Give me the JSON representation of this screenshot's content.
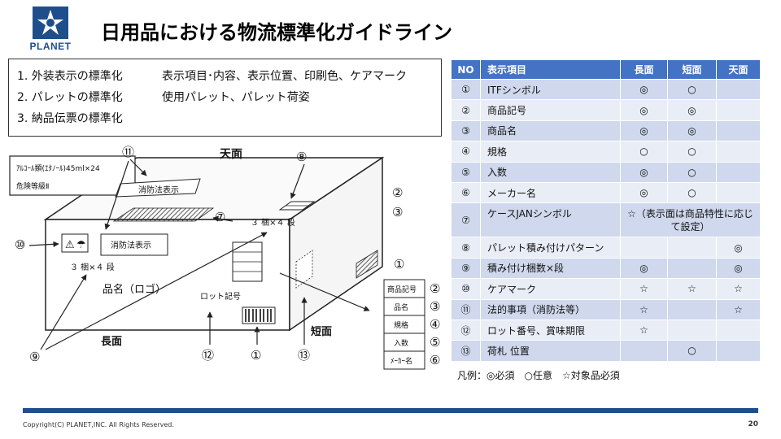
{
  "header": {
    "logo_text": "PLANET",
    "title": "日用品における物流標準化ガイドライン"
  },
  "intro": [
    {
      "item": "1. 外装表示の標準化",
      "desc": "表示項目･内容、表示位置、印刷色、ケアマーク"
    },
    {
      "item": "2. パレットの標準化",
      "desc": "使用パレット、パレット荷姿"
    },
    {
      "item": "3. 納品伝票の標準化",
      "desc": ""
    }
  ],
  "diagram": {
    "top_face": "天面",
    "long_face": "長面",
    "short_face": "短面",
    "label_card": "ｱﾙｺｰﾙ類(ｴﾀﾉｰﾙ)45ml×24",
    "danger_class": "危険等級Ⅱ",
    "fire_law_top": "消防法表示",
    "fire_law_front": "消防法表示",
    "stack_top": "３ 梱×４ 段",
    "stack_front": "３ 梱×４ 段",
    "product_name": "品名（ロゴ）",
    "lot_number": "ロット記号",
    "side_items": [
      "商品記号",
      "品名",
      "規格",
      "入数",
      "ﾒｰｶｰ名"
    ],
    "markers": {
      "m1": "①",
      "m2": "②",
      "m3": "③",
      "m4": "④",
      "m5": "⑤",
      "m6": "⑥",
      "m7": "⑦",
      "m8": "⑧",
      "m9": "⑨",
      "m10": "⑩",
      "m11": "⑪",
      "m12": "⑫",
      "m13": "⑬"
    }
  },
  "table": {
    "headers": [
      "NO",
      "表示項目",
      "長面",
      "短面",
      "天面"
    ],
    "rows": [
      {
        "no": "①",
        "item": "ITFシンボル",
        "long": "◎",
        "short": "○",
        "top": ""
      },
      {
        "no": "②",
        "item": "商品記号",
        "long": "◎",
        "short": "◎",
        "top": ""
      },
      {
        "no": "③",
        "item": "商品名",
        "long": "◎",
        "short": "◎",
        "top": ""
      },
      {
        "no": "④",
        "item": "規格",
        "long": "○",
        "short": "○",
        "top": ""
      },
      {
        "no": "⑤",
        "item": "入数",
        "long": "◎",
        "short": "○",
        "top": ""
      },
      {
        "no": "⑥",
        "item": "メーカー名",
        "long": "◎",
        "short": "○",
        "top": ""
      },
      {
        "no": "⑦",
        "item": "ケースJANシンボル",
        "note": "☆（表示面は商品特性に応じて設定）"
      },
      {
        "no": "⑧",
        "item": "パレット積み付けパターン",
        "long": "",
        "short": "",
        "top": "◎"
      },
      {
        "no": "⑨",
        "item": "積み付け梱数×段",
        "long": "◎",
        "short": "",
        "top": "◎"
      },
      {
        "no": "⑩",
        "item": "ケアマーク",
        "long": "☆",
        "short": "☆",
        "top": "☆"
      },
      {
        "no": "⑪",
        "item": "法的事項（消防法等）",
        "long": "☆",
        "short": "",
        "top": "☆"
      },
      {
        "no": "⑫",
        "item": "ロット番号、賞味期限",
        "long": "☆",
        "short": "",
        "top": ""
      },
      {
        "no": "⑬",
        "item": "荷札 位置",
        "long": "",
        "short": "○",
        "top": ""
      }
    ]
  },
  "legend": "凡例：◎必須　○任意　☆対象品必須",
  "footer": {
    "copyright": "Copyright(C) PLANET,INC. All Rights Reserved.",
    "page": "20"
  }
}
